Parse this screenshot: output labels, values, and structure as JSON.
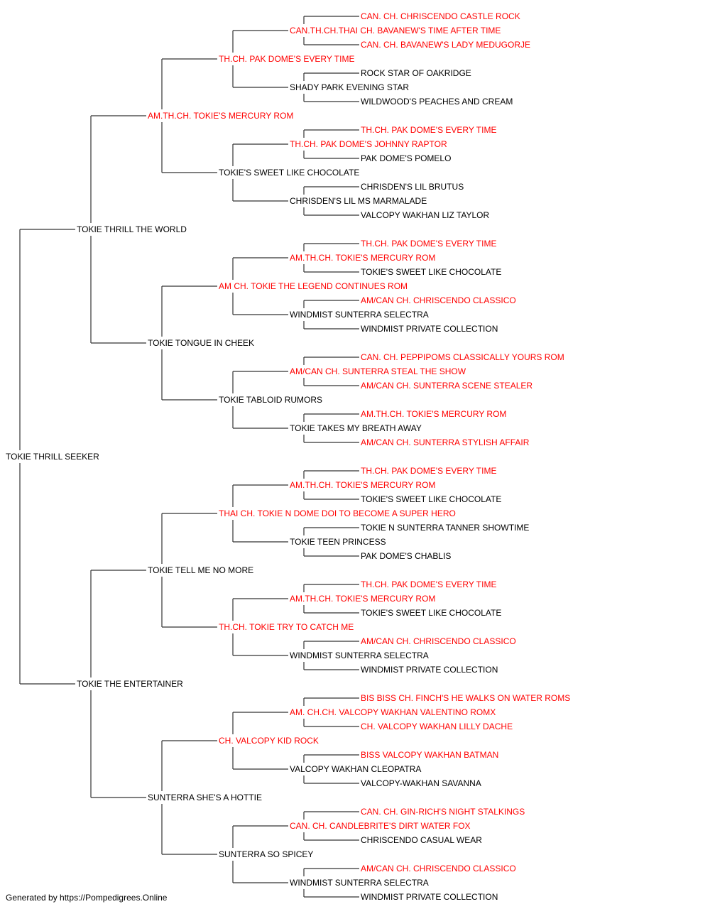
{
  "colors": {
    "champion": "#ff0000",
    "normal": "#000000",
    "line": "#333333"
  },
  "footer": "Generated by https://Pompedigrees.Online",
  "pedigree": [
    {
      "name": "TOKIE THRILL SEEKER",
      "champion": false
    },
    {
      "name": "TOKIE THRILL THE WORLD",
      "champion": false
    },
    {
      "name": "TOKIE THE ENTERTAINER",
      "champion": false
    },
    {
      "name": "AM.TH.CH. TOKIE'S MERCURY ROM",
      "champion": true
    },
    {
      "name": "TOKIE TONGUE IN CHEEK",
      "champion": false
    },
    {
      "name": "TOKIE TELL ME NO MORE",
      "champion": false
    },
    {
      "name": "SUNTERRA SHE'S A HOTTIE",
      "champion": false
    },
    {
      "name": "TH.CH. PAK DOME'S EVERY TIME",
      "champion": true
    },
    {
      "name": "TOKIE'S SWEET LIKE CHOCOLATE",
      "champion": false
    },
    {
      "name": "AM CH. TOKIE THE LEGEND CONTINUES ROM",
      "champion": true
    },
    {
      "name": "TOKIE TABLOID RUMORS",
      "champion": false
    },
    {
      "name": "THAI CH. TOKIE N DOME DOI TO BECOME A SUPER HERO",
      "champion": true
    },
    {
      "name": "TH.CH. TOKIE TRY TO CATCH ME",
      "champion": true
    },
    {
      "name": "CH. VALCOPY KID ROCK",
      "champion": true
    },
    {
      "name": "SUNTERRA SO SPICEY",
      "champion": false
    },
    {
      "name": "CAN.TH.CH.THAI CH. BAVANEW'S TIME AFTER TIME",
      "champion": true
    },
    {
      "name": "SHADY PARK EVENING STAR",
      "champion": false
    },
    {
      "name": "TH.CH. PAK DOME'S JOHNNY RAPTOR",
      "champion": true
    },
    {
      "name": "CHRISDEN'S LIL MS MARMALADE",
      "champion": false
    },
    {
      "name": "AM.TH.CH. TOKIE'S MERCURY ROM",
      "champion": true
    },
    {
      "name": "WINDMIST SUNTERRA SELECTRA",
      "champion": false
    },
    {
      "name": "AM/CAN CH. SUNTERRA STEAL THE SHOW",
      "champion": true
    },
    {
      "name": "TOKIE TAKES MY BREATH AWAY",
      "champion": false
    },
    {
      "name": "AM.TH.CH. TOKIE'S MERCURY ROM",
      "champion": true
    },
    {
      "name": "TOKIE TEEN PRINCESS",
      "champion": false
    },
    {
      "name": "AM.TH.CH. TOKIE'S MERCURY ROM",
      "champion": true
    },
    {
      "name": "WINDMIST SUNTERRA SELECTRA",
      "champion": false
    },
    {
      "name": "AM. CH.CH. VALCOPY WAKHAN VALENTINO ROMX",
      "champion": true
    },
    {
      "name": "VALCOPY WAKHAN CLEOPATRA",
      "champion": false
    },
    {
      "name": "CAN. CH. CANDLEBRITE'S DIRT WATER FOX",
      "champion": true
    },
    {
      "name": "WINDMIST SUNTERRA SELECTRA",
      "champion": false
    },
    {
      "name": "CAN. CH. CHRISCENDO CASTLE ROCK",
      "champion": true
    },
    {
      "name": "CAN. CH. BAVANEW'S LADY MEDUGORJE",
      "champion": true
    },
    {
      "name": "ROCK STAR OF OAKRIDGE",
      "champion": false
    },
    {
      "name": "WILDWOOD'S PEACHES AND CREAM",
      "champion": false
    },
    {
      "name": "TH.CH. PAK DOME'S EVERY TIME",
      "champion": true
    },
    {
      "name": "PAK DOME'S POMELO",
      "champion": false
    },
    {
      "name": "CHRISDEN'S LIL BRUTUS",
      "champion": false
    },
    {
      "name": "VALCOPY WAKHAN LIZ TAYLOR",
      "champion": false
    },
    {
      "name": "TH.CH. PAK DOME'S EVERY TIME",
      "champion": true
    },
    {
      "name": "TOKIE'S SWEET LIKE CHOCOLATE",
      "champion": false
    },
    {
      "name": "AM/CAN CH. CHRISCENDO CLASSICO",
      "champion": true
    },
    {
      "name": "WINDMIST PRIVATE COLLECTION",
      "champion": false
    },
    {
      "name": "CAN. CH. PEPPIPOMS CLASSICALLY YOURS ROM",
      "champion": true
    },
    {
      "name": "AM/CAN CH. SUNTERRA SCENE STEALER",
      "champion": true
    },
    {
      "name": "AM.TH.CH. TOKIE'S MERCURY ROM",
      "champion": true
    },
    {
      "name": "AM/CAN CH. SUNTERRA STYLISH AFFAIR",
      "champion": true
    },
    {
      "name": "TH.CH. PAK DOME'S EVERY TIME",
      "champion": true
    },
    {
      "name": "TOKIE'S SWEET LIKE CHOCOLATE",
      "champion": false
    },
    {
      "name": "TOKIE N SUNTERRA TANNER SHOWTIME",
      "champion": false
    },
    {
      "name": "PAK DOME'S CHABLIS",
      "champion": false
    },
    {
      "name": "TH.CH. PAK DOME'S EVERY TIME",
      "champion": true
    },
    {
      "name": "TOKIE'S SWEET LIKE CHOCOLATE",
      "champion": false
    },
    {
      "name": "AM/CAN CH. CHRISCENDO CLASSICO",
      "champion": true
    },
    {
      "name": "WINDMIST PRIVATE COLLECTION",
      "champion": false
    },
    {
      "name": "BIS BISS CH. FINCH'S HE WALKS ON WATER ROMS",
      "champion": true
    },
    {
      "name": "CH. VALCOPY WAKHAN LILLY DACHE",
      "champion": true
    },
    {
      "name": "BISS VALCOPY WAKHAN BATMAN",
      "champion": true
    },
    {
      "name": "VALCOPY-WAKHAN SAVANNA",
      "champion": false
    },
    {
      "name": "CAN. CH. GIN-RICH'S NIGHT STALKINGS",
      "champion": true
    },
    {
      "name": "CHRISCENDO CASUAL WEAR",
      "champion": false
    },
    {
      "name": "AM/CAN CH. CHRISCENDO CLASSICO",
      "champion": true
    },
    {
      "name": "WINDMIST PRIVATE COLLECTION",
      "champion": false
    }
  ]
}
